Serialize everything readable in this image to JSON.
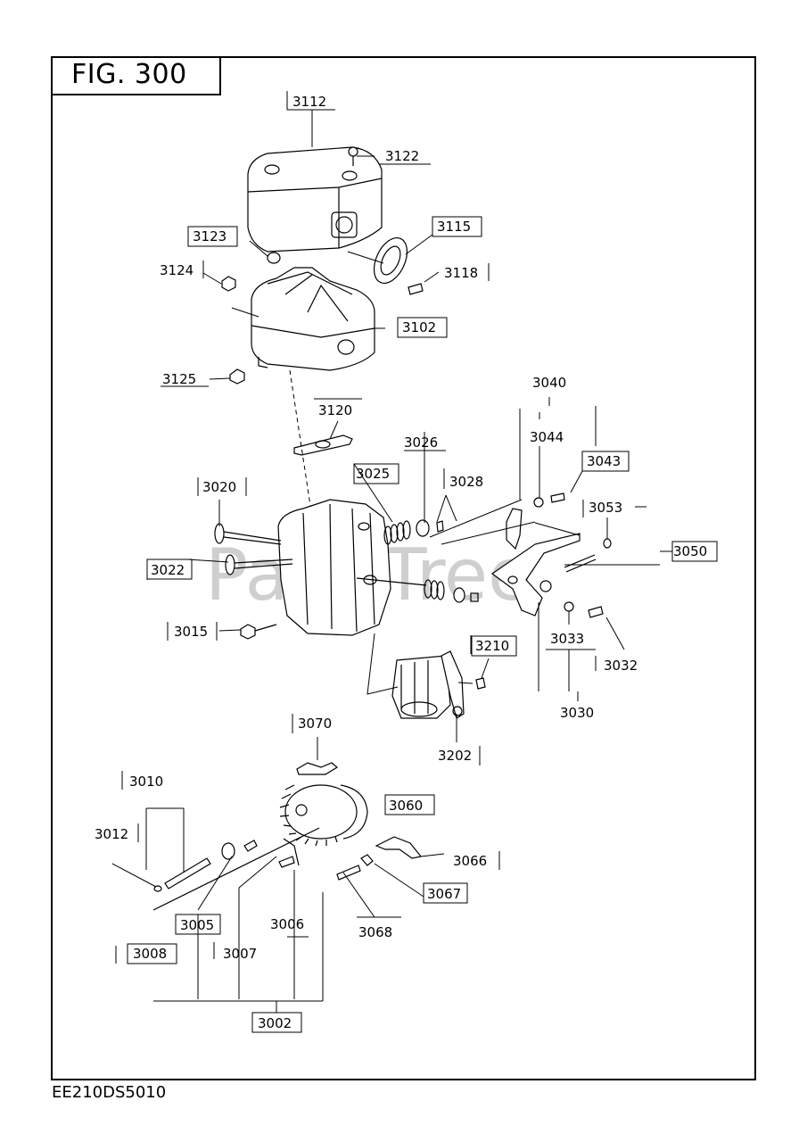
{
  "figure": {
    "title": "FIG. 300",
    "drawing_code": "EE210DS5010"
  },
  "watermark": "PartsTree",
  "callouts": {
    "p3112": "3112",
    "p3122": "3122",
    "p3123": "3123",
    "p3115": "3115",
    "p3124": "3124",
    "p3118": "3118",
    "p3102": "3102",
    "p3125": "3125",
    "p3040": "3040",
    "p3120": "3120",
    "p3044": "3044",
    "p3026": "3026",
    "p3043": "3043",
    "p3025": "3025",
    "p3028": "3028",
    "p3020": "3020",
    "p3053": "3053",
    "p3050": "3050",
    "p3022": "3022",
    "p3015": "3015",
    "p3033": "3033",
    "p3210": "3210",
    "p3032": "3032",
    "p3030": "3030",
    "p3070": "3070",
    "p3202": "3202",
    "p3010": "3010",
    "p3060": "3060",
    "p3012": "3012",
    "p3066": "3066",
    "p3067": "3067",
    "p3005": "3005",
    "p3006": "3006",
    "p3068": "3068",
    "p3008": "3008",
    "p3007": "3007",
    "p3002": "3002"
  }
}
